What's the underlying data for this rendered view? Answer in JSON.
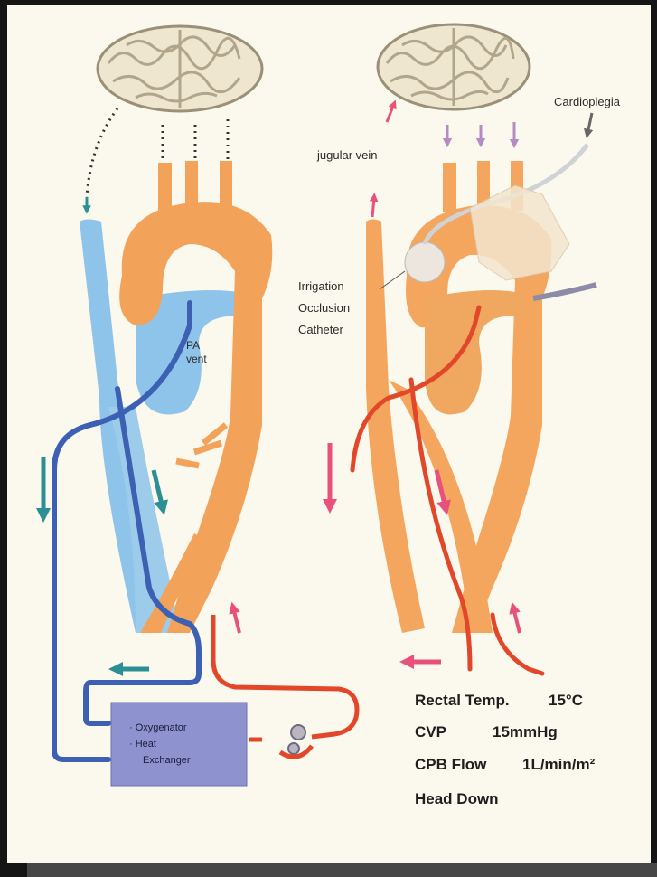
{
  "labels": {
    "jugular_vein": "jugular vein",
    "cardioplegia": "Cardioplegia",
    "irrigation": "Irrigation",
    "occlusion": "Occlusion",
    "catheter": "Catheter",
    "pa": "PA",
    "vent": "vent"
  },
  "machine": {
    "line1": "· Oxygenator",
    "line2": "· Heat",
    "line3": "Exchanger"
  },
  "parameters": {
    "rectal_label": "Rectal Temp.",
    "rectal_value": "15°C",
    "cvp_label": "CVP",
    "cvp_value": "15mmHg",
    "cpb_label": "CPB Flow",
    "cpb_value": "1L/min/m²",
    "head_down": "Head Down"
  },
  "colors": {
    "artery": "#f3a25a",
    "vein": "#8fc4ea",
    "dark_vein": "#3c60b3",
    "red_tube": "#e2472a",
    "machine_box": "#8e92cf",
    "background": "#fbf8ee"
  }
}
